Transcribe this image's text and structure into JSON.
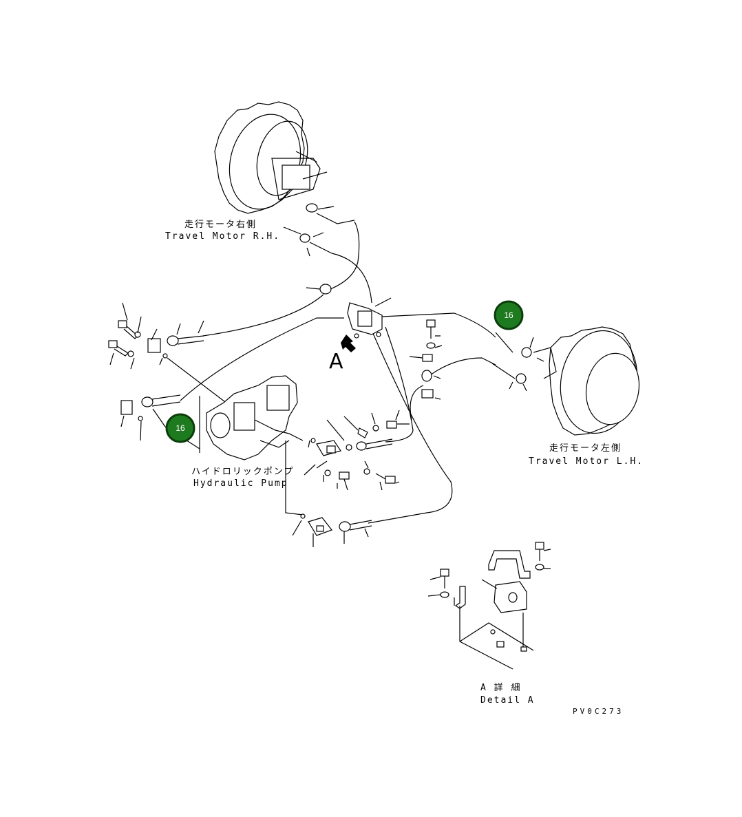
{
  "labels": {
    "travel_motor_rh_jp": "走行モータ右側",
    "travel_motor_rh_en": "Travel Motor R.H.",
    "travel_motor_lh_jp": "走行モータ左側",
    "travel_motor_lh_en": "Travel Motor L.H.",
    "hydraulic_pump_jp": "ハイドロリックポンプ",
    "hydraulic_pump_en": "Hydraulic Pump",
    "view_letter": "A",
    "detail_jp": "A 詳 細",
    "detail_en": "Detail A",
    "drawing_code": "PV0C273"
  },
  "callouts": [
    {
      "id": "16",
      "color": "#1e7a1e"
    },
    {
      "id": "16",
      "color": "#1e7a1e"
    }
  ],
  "colors": {
    "line": "#000000",
    "badge": "#1e7a1e",
    "badge_border": "#0b3d0b"
  }
}
